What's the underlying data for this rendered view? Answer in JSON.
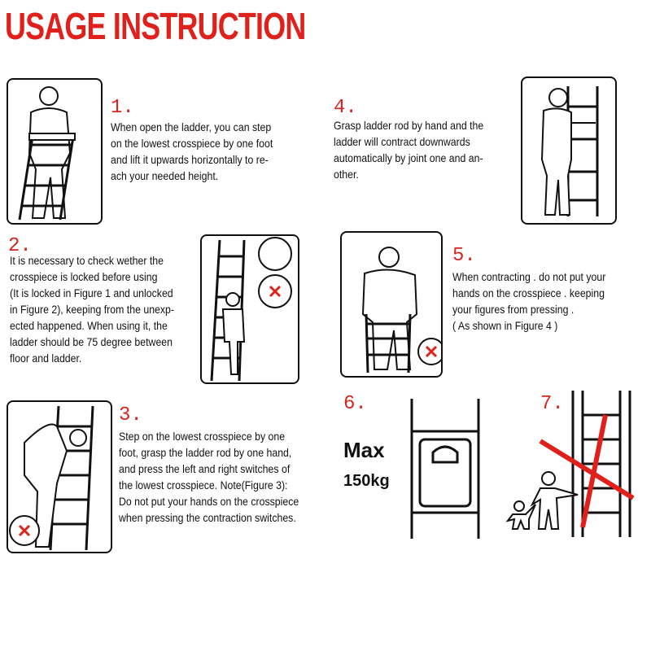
{
  "title": "USAGE INSTRUCTION",
  "steps": [
    {
      "number": "1.",
      "text": "When open the ladder, you can step\non the lowest crosspiece by one foot\nand lift it upwards horizontally to re-\nach your needed height."
    },
    {
      "number": "2.",
      "text": "It is necessary to check wether the\ncrosspiece is locked before using\n(It is locked in Figure 1 and unlocked\nin Figure 2), keeping from the unexp-\nected happened. When using  it, the\nladder should be 75 degree between\n floor and ladder."
    },
    {
      "number": "3.",
      "text": "Step  on  the  lowest  crosspiece  by  one\nfoot, grasp  the  ladder rod  by one hand,\nand press  the left and right  switches of\nthe    lowest   crosspiece.   Note(Figure 3):\nDo not put your hands on the crosspiece\nwhen pressing the contraction switches."
    },
    {
      "number": "4.",
      "text": "Grasp ladder rod by hand and the\nladder will contract downwards\nautomatically by joint one and an-\nother."
    },
    {
      "number": "5.",
      "text": "When contracting . do not put your\nhands on the  crosspiece . keeping\nyour figures from pressing .\n ( As shown in Figure 4 )"
    },
    {
      "number": "6.",
      "max_label": "Max",
      "max_value": "150kg"
    },
    {
      "number": "7."
    }
  ],
  "colors": {
    "accent": "#e0201a",
    "number": "#d6261f",
    "ink": "#111111"
  },
  "icons": [
    "ladder-icon",
    "person-icon",
    "prohibited-x-icon",
    "weight-icon",
    "child-icon"
  ]
}
